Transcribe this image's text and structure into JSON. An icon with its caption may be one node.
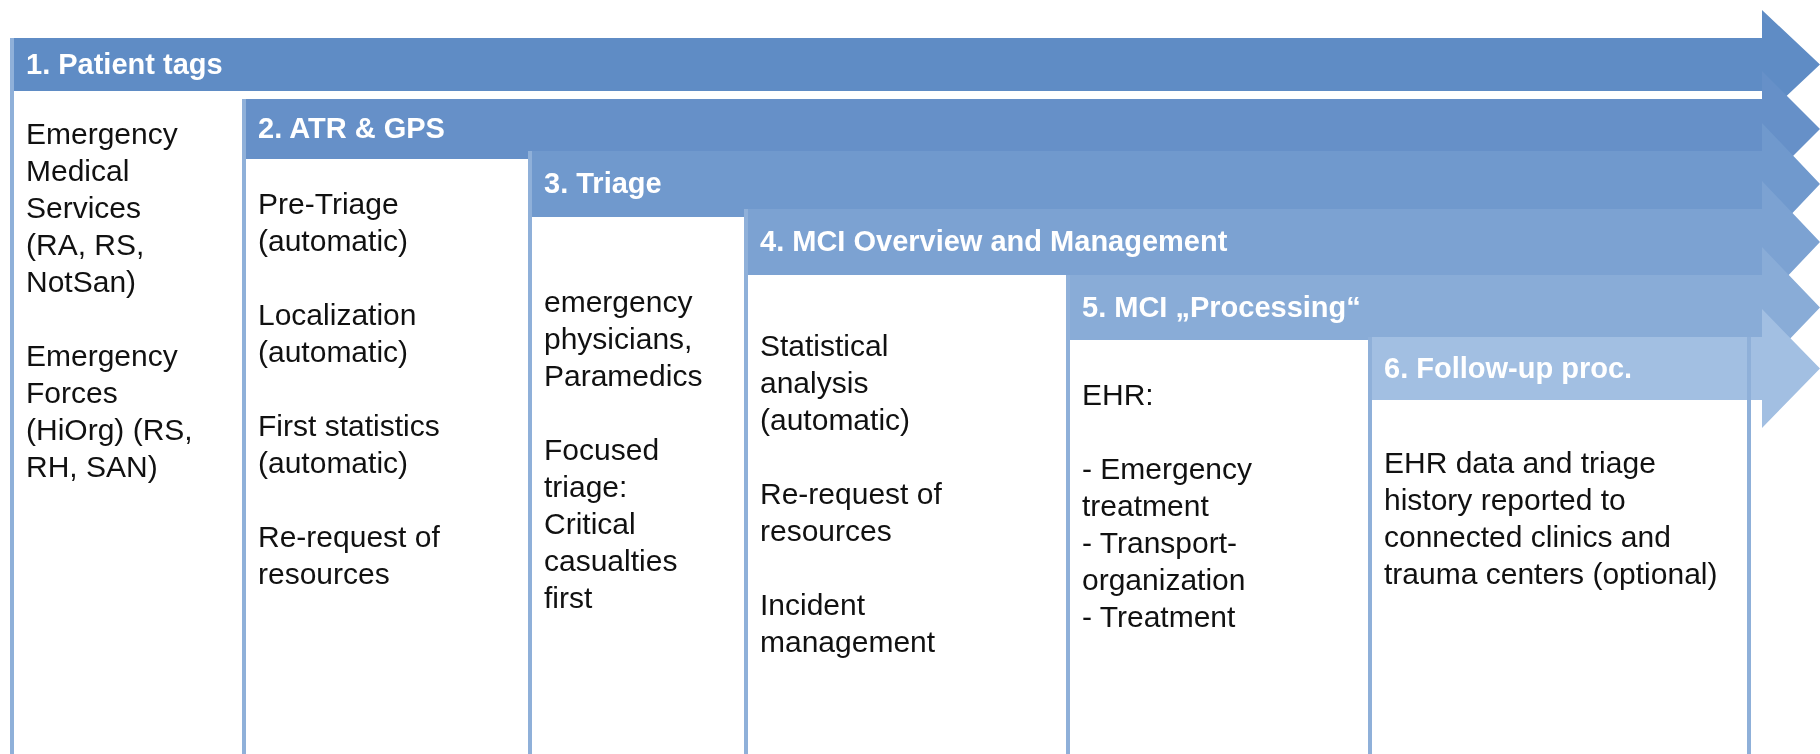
{
  "diagram": {
    "nodes": [
      {
        "text": [
          "1. Patient tags",
          "Emergency Medical Services (RA, RS, NotSan)",
          "Emergency Forces (HiOrg) (RS, RH, SAN)"
        ]
      },
      {
        "text": [
          "2. ATR & GPS",
          "Pre-Triage (automatic)",
          "Localization (automatic)",
          "First statistics (automatic)",
          "Re-request of resources"
        ]
      },
      {
        "text": [
          "3. Triage",
          "emergency physicians, Paramedics",
          "Focused triage: Critical casualties first"
        ]
      },
      {
        "text": [
          "4. MCI Overview and Management",
          "Statistical analysis (automatic)",
          "Re-request of resources",
          "Incident management"
        ]
      },
      {
        "text": [
          "5. MCI „Processing“",
          "EHR:",
          "- Emergency treatment",
          "- Transport-organization",
          "- Treatment"
        ]
      },
      {
        "text": [
          "6. Follow-up proc.",
          "EHR data and triage history reported to connected clinics and trauma centers (optional)"
        ]
      }
    ]
  }
}
